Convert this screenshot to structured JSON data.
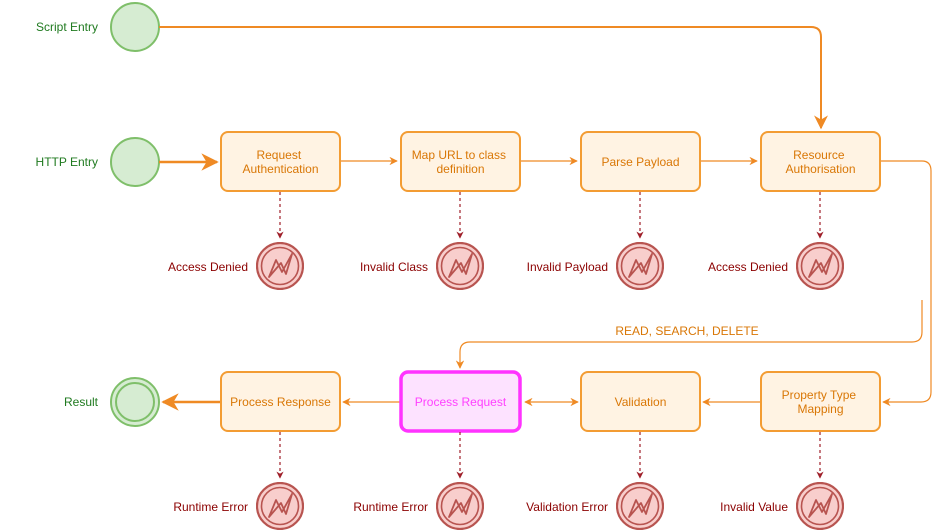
{
  "colors": {
    "event_stroke": "#7fbf6a",
    "event_fill": "#d6ecd2",
    "event_text": "#1f7a1f",
    "task_stroke": "#f39c33",
    "task_fill": "#fff3e3",
    "task_text": "#d97706",
    "highlight_stroke": "#ff33ff",
    "highlight_fill": "#fde2ff",
    "highlight_text": "#ff40ff",
    "error_stroke": "#b85450",
    "error_fill": "#f8cecc",
    "error_text": "#8b0000",
    "flow": "#ef8a24"
  },
  "events": {
    "script_entry": "Script Entry",
    "http_entry": "HTTP Entry",
    "result": "Result"
  },
  "tasks": {
    "request_auth": [
      "Request",
      "Authentication"
    ],
    "map_url": [
      "Map URL to class",
      "definition"
    ],
    "parse_payload": [
      "Parse Payload"
    ],
    "resource_auth": [
      "Resource",
      "Authorisation"
    ],
    "process_response": [
      "Process Response"
    ],
    "process_request": [
      "Process Request"
    ],
    "validation": [
      "Validation"
    ],
    "property_mapping": [
      "Property Type",
      "Mapping"
    ]
  },
  "errors": {
    "access_denied_1": "Access Denied",
    "invalid_class": "Invalid Class",
    "invalid_payload": "Invalid Payload",
    "access_denied_2": "Access Denied",
    "runtime_error_1": "Runtime Error",
    "runtime_error_2": "Runtime Error",
    "validation_error": "Validation Error",
    "invalid_value": "Invalid Value"
  },
  "flows": {
    "read_search_delete": "READ, SEARCH, DELETE"
  }
}
